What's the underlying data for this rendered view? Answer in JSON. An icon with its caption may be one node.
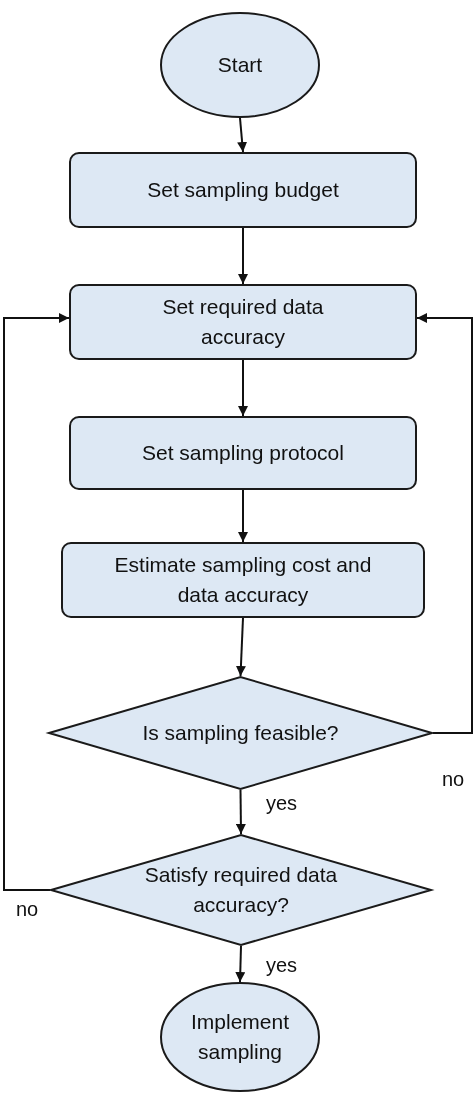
{
  "diagram": {
    "nodes": [
      {
        "text": [
          "Start"
        ]
      },
      {
        "text": [
          "Set sampling budget"
        ]
      },
      {
        "text": [
          "Set required data accuracy"
        ]
      },
      {
        "text": [
          "Set sampling protocol"
        ]
      },
      {
        "text": [
          "Estimate sampling cost and data accuracy"
        ]
      },
      {
        "text": [
          "Is sampling feasible?"
        ]
      },
      {
        "text": [
          "Satisfy required data accuracy?"
        ]
      },
      {
        "text": [
          "Implement sampling"
        ]
      }
    ],
    "edges": [
      {
        "from": 0,
        "to": 1,
        "arrow": "to"
      },
      {
        "from": 1,
        "to": 2,
        "arrow": "to"
      },
      {
        "from": 2,
        "to": 3,
        "arrow": "to"
      },
      {
        "from": 3,
        "to": 4,
        "arrow": "to"
      },
      {
        "from": 4,
        "to": 5,
        "arrow": "to"
      },
      {
        "from": 5,
        "to": 6,
        "label": "yes",
        "arrow": "to"
      },
      {
        "from": 6,
        "to": 7,
        "label": "yes",
        "arrow": "to"
      },
      {
        "from": 5,
        "to": 2,
        "label": "no",
        "arrow": "to"
      },
      {
        "from": 6,
        "to": 2,
        "label": "no",
        "arrow": "to"
      }
    ]
  }
}
